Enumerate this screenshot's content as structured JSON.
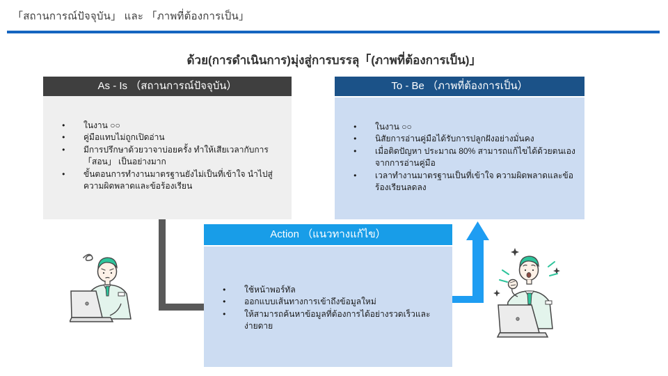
{
  "slide": {
    "title": "「สถานการณ์ปัจจุบัน」 และ 「ภาพที่ต้องการเป็น」",
    "subtitle": "ด้วย(การดำเนินการ)มุ่งสู่การบรรลุ「(ภาพที่ต้องการเป็น)」"
  },
  "boxes": {
    "as_is": {
      "header": "As - Is （สถานการณ์ปัจจุบัน）",
      "bullets": [
        "ในงาน ○○",
        "คู่มือแทบไม่ถูกเปิดอ่าน",
        "มีการปรึกษาด้วยวาจาบ่อยครั้ง ทำให้เสียเวลากับการ 「สอน」 เป็นอย่างมาก",
        "ขั้นตอนการทำงานมาตรฐานยังไม่เป็นที่เข้าใจ นำไปสู่ความผิดพลาดและข้อร้องเรียน"
      ]
    },
    "to_be": {
      "header": "To - Be （ภาพที่ต้องการเป็น）",
      "bullets": [
        "ในงาน ○○",
        "นิสัยการอ่านคู่มือได้รับการปลูกฝังอย่างมั่นคง",
        "เมื่อติดปัญหา ประมาณ 80% สามารถแก้ไขได้ด้วยตนเองจากการอ่านคู่มือ",
        "เวลาทำงานมาตรฐานเป็นที่เข้าใจ ความผิดพลาดและข้อร้องเรียนลดลง"
      ]
    },
    "action": {
      "header": "Action （แนวทางแก้ไข）",
      "bullets": [
        "ใช้หน้าพอร์ทัล",
        "ออกแบบเส้นทางการเข้าถึงข้อมูลใหม่",
        "ให้สามารถค้นหาข้อมูลที่ต้องการได้อย่างรวดเร็วและง่ายดาย"
      ]
    }
  },
  "colors": {
    "title_rule_blue": "#1565c0",
    "as_is_header_bg": "#3f3f3f",
    "as_is_body_bg": "#efefef",
    "to_be_header_bg": "#1b5288",
    "to_be_body_bg": "#ccdcf2",
    "action_header_bg": "#189de8",
    "action_body_bg": "#ccdcf2",
    "connector_gray": "#595959",
    "arrow_blue": "#1e9df2",
    "illustration_green": "#2ec49b",
    "header_text": "#ffffff"
  }
}
